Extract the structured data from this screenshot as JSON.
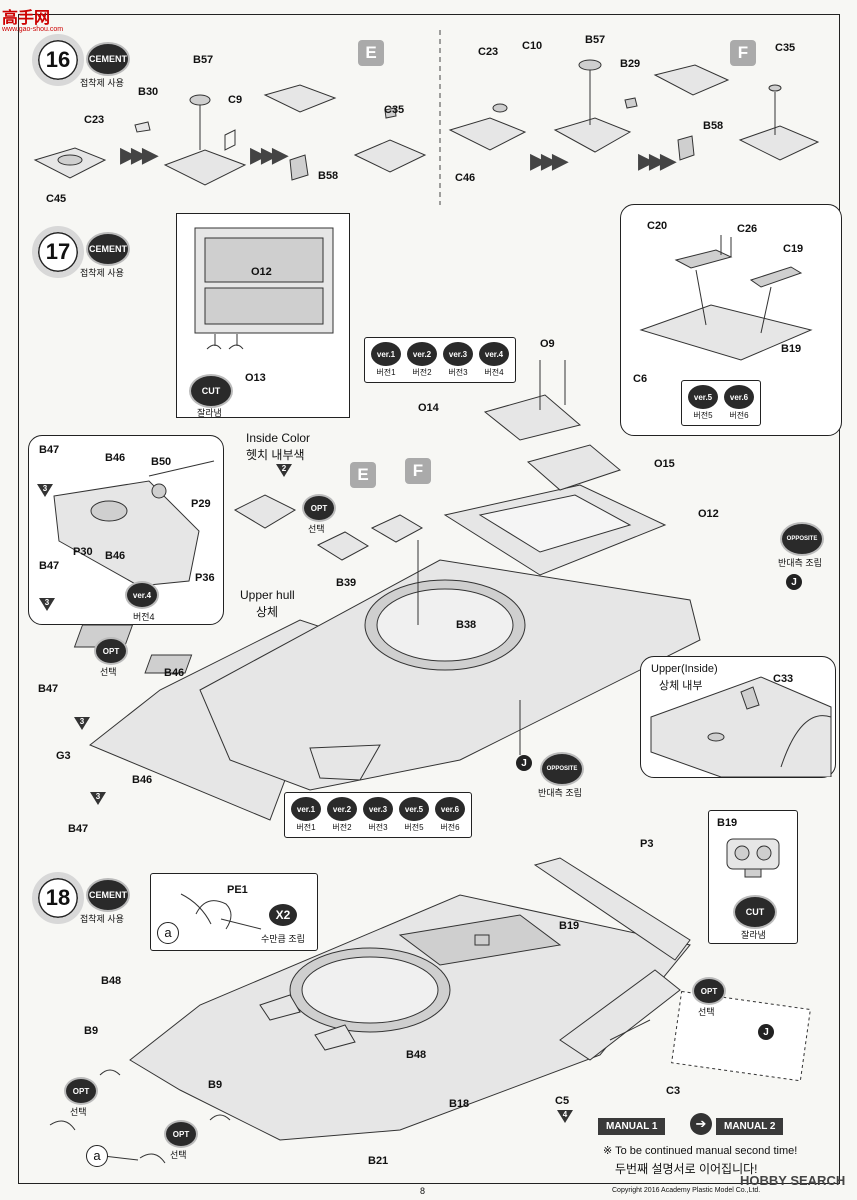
{
  "header": {
    "logo_text": "高手网",
    "logo_url_text": "www.gao-shou.com"
  },
  "badges": {
    "cement_label": "CEMENT",
    "cement_sub": "접착제 사용",
    "cut_label": "CUT",
    "cut_sub": "잘라냄",
    "opt_label": "OPT",
    "opt_sub": "선택",
    "opposite_label": "OPPOSITE",
    "opposite_sub": "반대측 조립",
    "x2_label": "X2",
    "x2_sub": "수만큼 조립"
  },
  "step16": {
    "number": "16",
    "letter_e": "E",
    "letter_f": "F",
    "parts_left": {
      "b57": "B57",
      "b30": "B30",
      "c9": "C9",
      "c23": "C23",
      "c45": "C45",
      "b58": "B58",
      "c35": "C35"
    },
    "parts_right": {
      "c23": "C23",
      "c10": "C10",
      "b57": "B57",
      "b29": "B29",
      "c46": "C46",
      "b58": "B58",
      "c35": "C35"
    }
  },
  "step17": {
    "number": "17",
    "o12_box": {
      "o12": "O12",
      "o13": "O13"
    },
    "ver_group_a": [
      {
        "label": "ver.1",
        "sub": "버전1"
      },
      {
        "label": "ver.2",
        "sub": "버전2"
      },
      {
        "label": "ver.3",
        "sub": "버전3"
      },
      {
        "label": "ver.4",
        "sub": "버전4"
      }
    ],
    "ver_group_b": [
      {
        "label": "ver.5",
        "sub": "버전5"
      },
      {
        "label": "ver.6",
        "sub": "버전6"
      }
    ],
    "ver_group_c": [
      {
        "label": "ver.1",
        "sub": "버전1"
      },
      {
        "label": "ver.2",
        "sub": "버전2"
      },
      {
        "label": "ver.3",
        "sub": "버전3"
      },
      {
        "label": "ver.5",
        "sub": "버전5"
      },
      {
        "label": "ver.6",
        "sub": "버전6"
      }
    ],
    "c_box": {
      "c20": "C20",
      "c26": "C26",
      "c19": "C19",
      "b19": "B19",
      "c6": "C6"
    },
    "p_box": {
      "b47a": "B47",
      "b46a": "B46",
      "b50": "B50",
      "p29": "P29",
      "p30": "P30",
      "b46b": "B46",
      "b47b": "B47",
      "p36": "P36",
      "ver4": "ver.4",
      "ver4_sub": "버전4",
      "tri3": "3"
    },
    "inside_color": "Inside Color",
    "inside_color_kr": "헷치 내부색",
    "inside_color_num": "2",
    "o9": "O9",
    "o14": "O14",
    "o15": "O15",
    "o12": "O12",
    "b39": "B39",
    "b38": "B38",
    "upper_hull": "Upper hull",
    "upper_hull_kr": "상체",
    "b46_left": "B46",
    "b47_left": "B47",
    "g3": "G3",
    "b46_low": "B46",
    "b47_low": "B47",
    "tri3": "3",
    "j": "J",
    "inside_box": {
      "title": "Upper(Inside)",
      "title_kr": "상체 내부",
      "c33": "C33"
    }
  },
  "step18": {
    "number": "18",
    "pe1": "PE1",
    "a": "a",
    "p3": "P3",
    "b19": "B19",
    "b48a": "B48",
    "b48b": "B48",
    "b9a": "B9",
    "b9b": "B9",
    "b18": "B18",
    "b21": "B21",
    "c3": "C3",
    "c5": "C5",
    "c5_num": "4",
    "j": "J",
    "b19_box": {
      "title": "B19"
    }
  },
  "footer": {
    "manual1": "MANUAL 1",
    "manual2": "MANUAL 2",
    "continued": "※ To be continued manual second time!",
    "continued_kr": "두번째 설명서로 이어집니다!",
    "page_number": "8",
    "copyright": "Copyright 2016 Academy Plastic Model Co.,Ltd.",
    "watermark": "HOBBY SEARCH"
  }
}
